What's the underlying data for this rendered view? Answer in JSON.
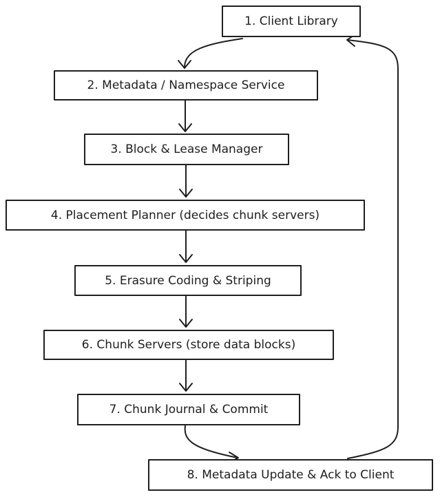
{
  "nodes": [
    {
      "id": "n1",
      "label": "1. Client Library"
    },
    {
      "id": "n2",
      "label": "2. Metadata / Namespace Service"
    },
    {
      "id": "n3",
      "label": "3. Block & Lease Manager"
    },
    {
      "id": "n4",
      "label": "4. Placement Planner (decides chunk servers)"
    },
    {
      "id": "n5",
      "label": "5. Erasure Coding & Striping"
    },
    {
      "id": "n6",
      "label": "6. Chunk Servers (store data blocks)"
    },
    {
      "id": "n7",
      "label": "7. Chunk Journal & Commit"
    },
    {
      "id": "n8",
      "label": "8. Metadata Update & Ack to Client"
    }
  ],
  "edges": [
    {
      "from": "n1",
      "to": "n2"
    },
    {
      "from": "n2",
      "to": "n3"
    },
    {
      "from": "n3",
      "to": "n4"
    },
    {
      "from": "n4",
      "to": "n5"
    },
    {
      "from": "n5",
      "to": "n6"
    },
    {
      "from": "n6",
      "to": "n7"
    },
    {
      "from": "n7",
      "to": "n8"
    },
    {
      "from": "n8",
      "to": "n1"
    }
  ]
}
